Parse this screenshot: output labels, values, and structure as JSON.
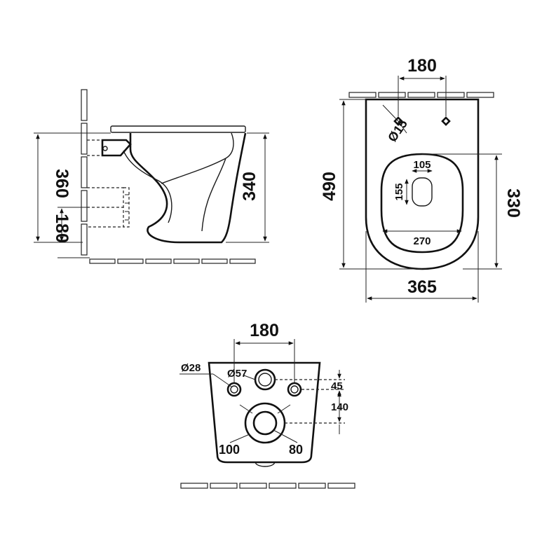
{
  "side_view": {
    "dims": {
      "total_height": "360",
      "outlet_height": "180",
      "bowl_height": "340"
    }
  },
  "top_view": {
    "dims": {
      "fixing_spacing": "180",
      "fixing_hole": "Ø15",
      "length": "490",
      "opening_length": "330",
      "width": "365",
      "opening_width": "270",
      "drain_width": "105",
      "drain_length": "155"
    }
  },
  "back_view": {
    "dims": {
      "fixing_spacing": "180",
      "fixing_hole": "Ø28",
      "inlet_hole": "Ø57",
      "inlet_offset": "45",
      "outlet_offset": "140",
      "outlet_outer": "100",
      "outlet_inner": "80"
    }
  }
}
